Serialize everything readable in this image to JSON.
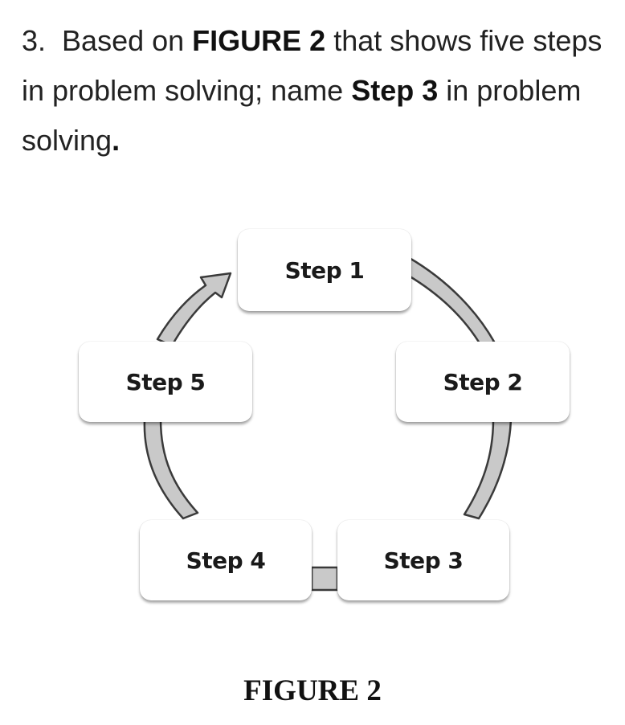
{
  "question": {
    "number": "3.",
    "part1": "Based on ",
    "bold1": "FIGURE 2",
    "part2": " that shows five steps in problem solving; name ",
    "bold2": "Step 3",
    "part3": " in problem solving",
    "end_mark": "."
  },
  "figure": {
    "steps": [
      {
        "label": "Step 1"
      },
      {
        "label": "Step 2"
      },
      {
        "label": "Step 3"
      },
      {
        "label": "Step 4"
      },
      {
        "label": "Step 5"
      }
    ],
    "arrow_fill": "#c9c9c9",
    "arrow_stroke": "#3a3a3a",
    "caption": "FIGURE 2"
  }
}
